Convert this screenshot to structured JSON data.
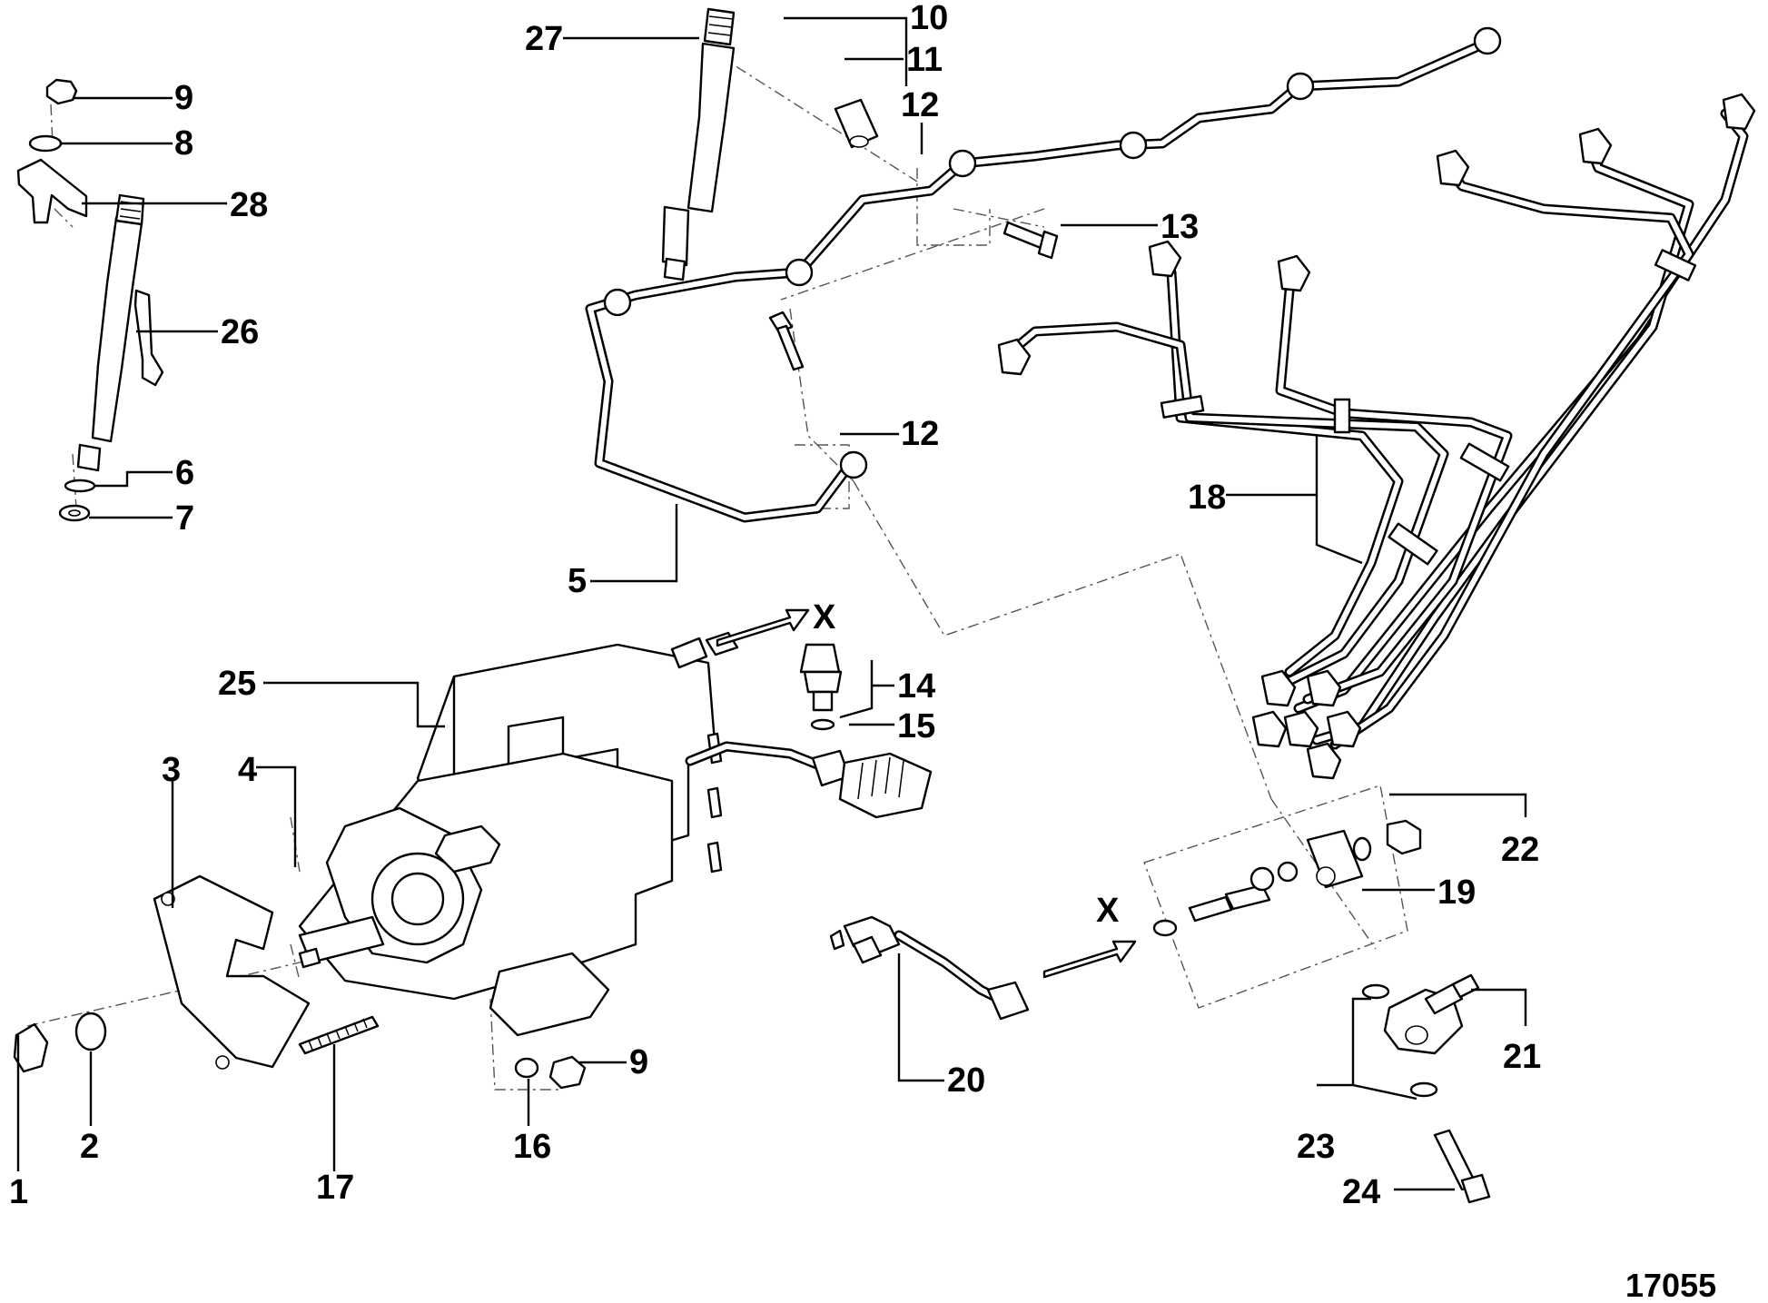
{
  "figure_number": "17055",
  "callouts": {
    "c1": "1",
    "c2": "2",
    "c3": "3",
    "c4": "4",
    "c5": "5",
    "c6": "6",
    "c7": "7",
    "c8": "8",
    "c9a": "9",
    "c9b": "9",
    "c10": "10",
    "c11": "11",
    "c12a": "12",
    "c12b": "12",
    "c13": "13",
    "c14": "14",
    "c15": "15",
    "c16": "16",
    "c17": "17",
    "c18": "18",
    "c19": "19",
    "c20": "20",
    "c21": "21",
    "c22": "22",
    "c23": "23",
    "c24": "24",
    "c25": "25",
    "c26": "26",
    "c27": "27",
    "c28": "28"
  },
  "connection_markers": {
    "xa": "X",
    "xb": "X"
  }
}
